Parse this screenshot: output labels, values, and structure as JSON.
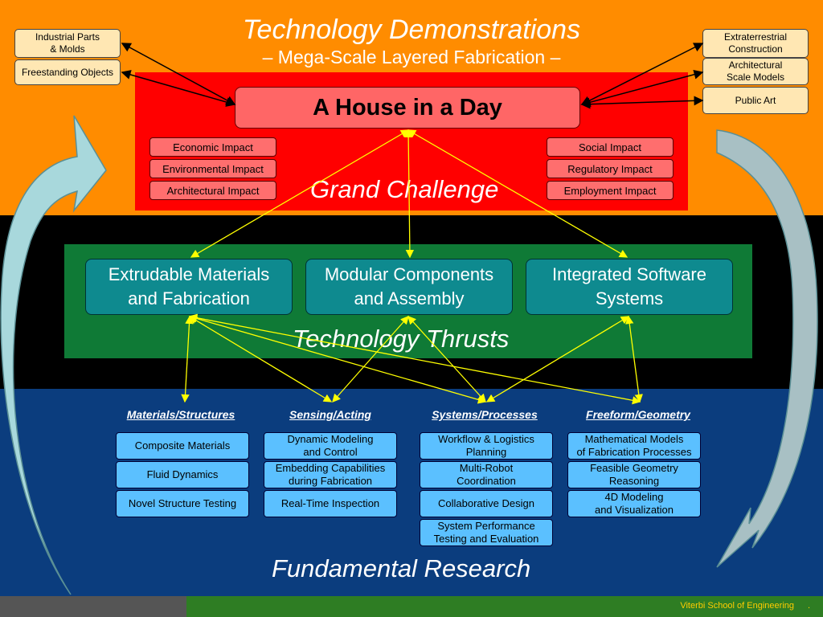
{
  "title": "Technology Demonstrations",
  "subtitle": "– Mega-Scale Layered Fabrication –",
  "demos_left": [
    "Industrial Parts\n& Molds",
    "Freestanding Objects"
  ],
  "demos_right": [
    "Extraterrestrial\nConstruction",
    "Architectural\nScale Models",
    "Public Art"
  ],
  "house": "A House in a Day",
  "impacts_left": [
    "Economic Impact",
    "Environmental Impact",
    "Architectural Impact"
  ],
  "impacts_right": [
    "Social Impact",
    "Regulatory Impact",
    "Employment Impact"
  ],
  "grand_challenge": "Grand Challenge",
  "thrusts": [
    "Extrudable Materials\nand Fabrication",
    "Modular Components\nand Assembly",
    "Integrated Software\nSystems"
  ],
  "technology_thrusts": "Technology Thrusts",
  "columns": [
    {
      "head": "Materials/Structures",
      "items": [
        "Composite Materials",
        "Fluid Dynamics",
        "Novel Structure Testing"
      ]
    },
    {
      "head": "Sensing/Acting",
      "items": [
        "Dynamic Modeling\nand Control",
        "Embedding Capabilities\nduring Fabrication",
        "Real-Time Inspection"
      ]
    },
    {
      "head": "Systems/Processes",
      "items": [
        "Workflow & Logistics\nPlanning",
        "Multi-Robot\nCoordination",
        "Collaborative Design",
        "System Performance\nTesting and Evaluation"
      ]
    },
    {
      "head": "Freeform/Geometry",
      "items": [
        "Mathematical Models\nof Fabrication Processes",
        "Feasible Geometry\nReasoning",
        "4D Modeling\nand Visualization"
      ]
    }
  ],
  "fundamental_research": "Fundamental Research",
  "footer": "Viterbi School of Engineering",
  "footer_dot": ".",
  "colors": {
    "orange": "#ff8c00",
    "red": "#ff0000",
    "green": "#0f7a36",
    "blue": "#0b3d7e",
    "connector": "#ffff00"
  }
}
